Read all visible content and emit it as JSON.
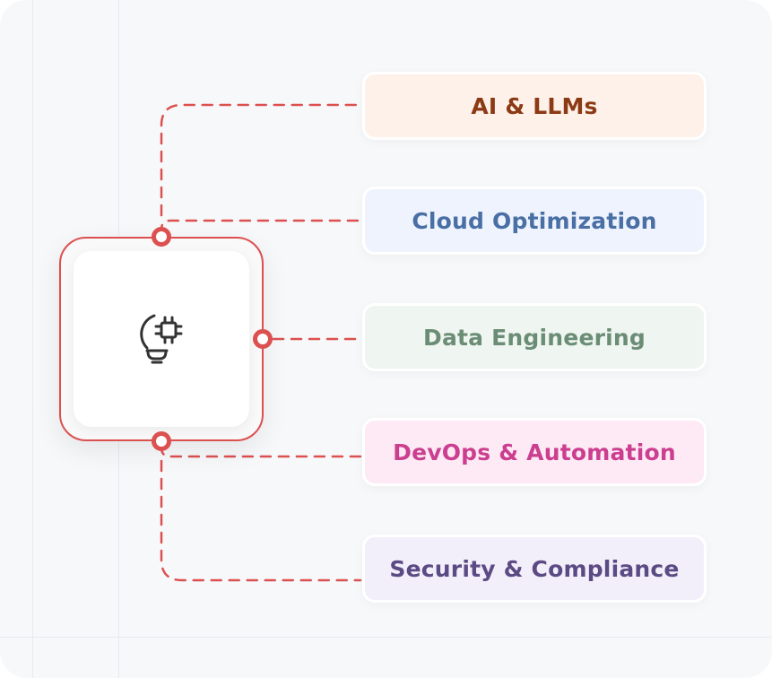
{
  "hub": {
    "icon": "lightbulb-chip-icon",
    "accent": "#dc5050"
  },
  "topics": [
    {
      "label": "AI & LLMs",
      "text_color": "#8b3a14",
      "bg_color": "#fdf1ea"
    },
    {
      "label": "Cloud Optimization",
      "text_color": "#4a6fa5",
      "bg_color": "#eef3fd"
    },
    {
      "label": "Data Engineering",
      "text_color": "#6b8d76",
      "bg_color": "#eff5f0"
    },
    {
      "label": "DevOps & Automation",
      "text_color": "#cc3e8f",
      "bg_color": "#fdeaf5"
    },
    {
      "label": "Security & Compliance",
      "text_color": "#5c4a84",
      "bg_color": "#f3effa"
    }
  ]
}
